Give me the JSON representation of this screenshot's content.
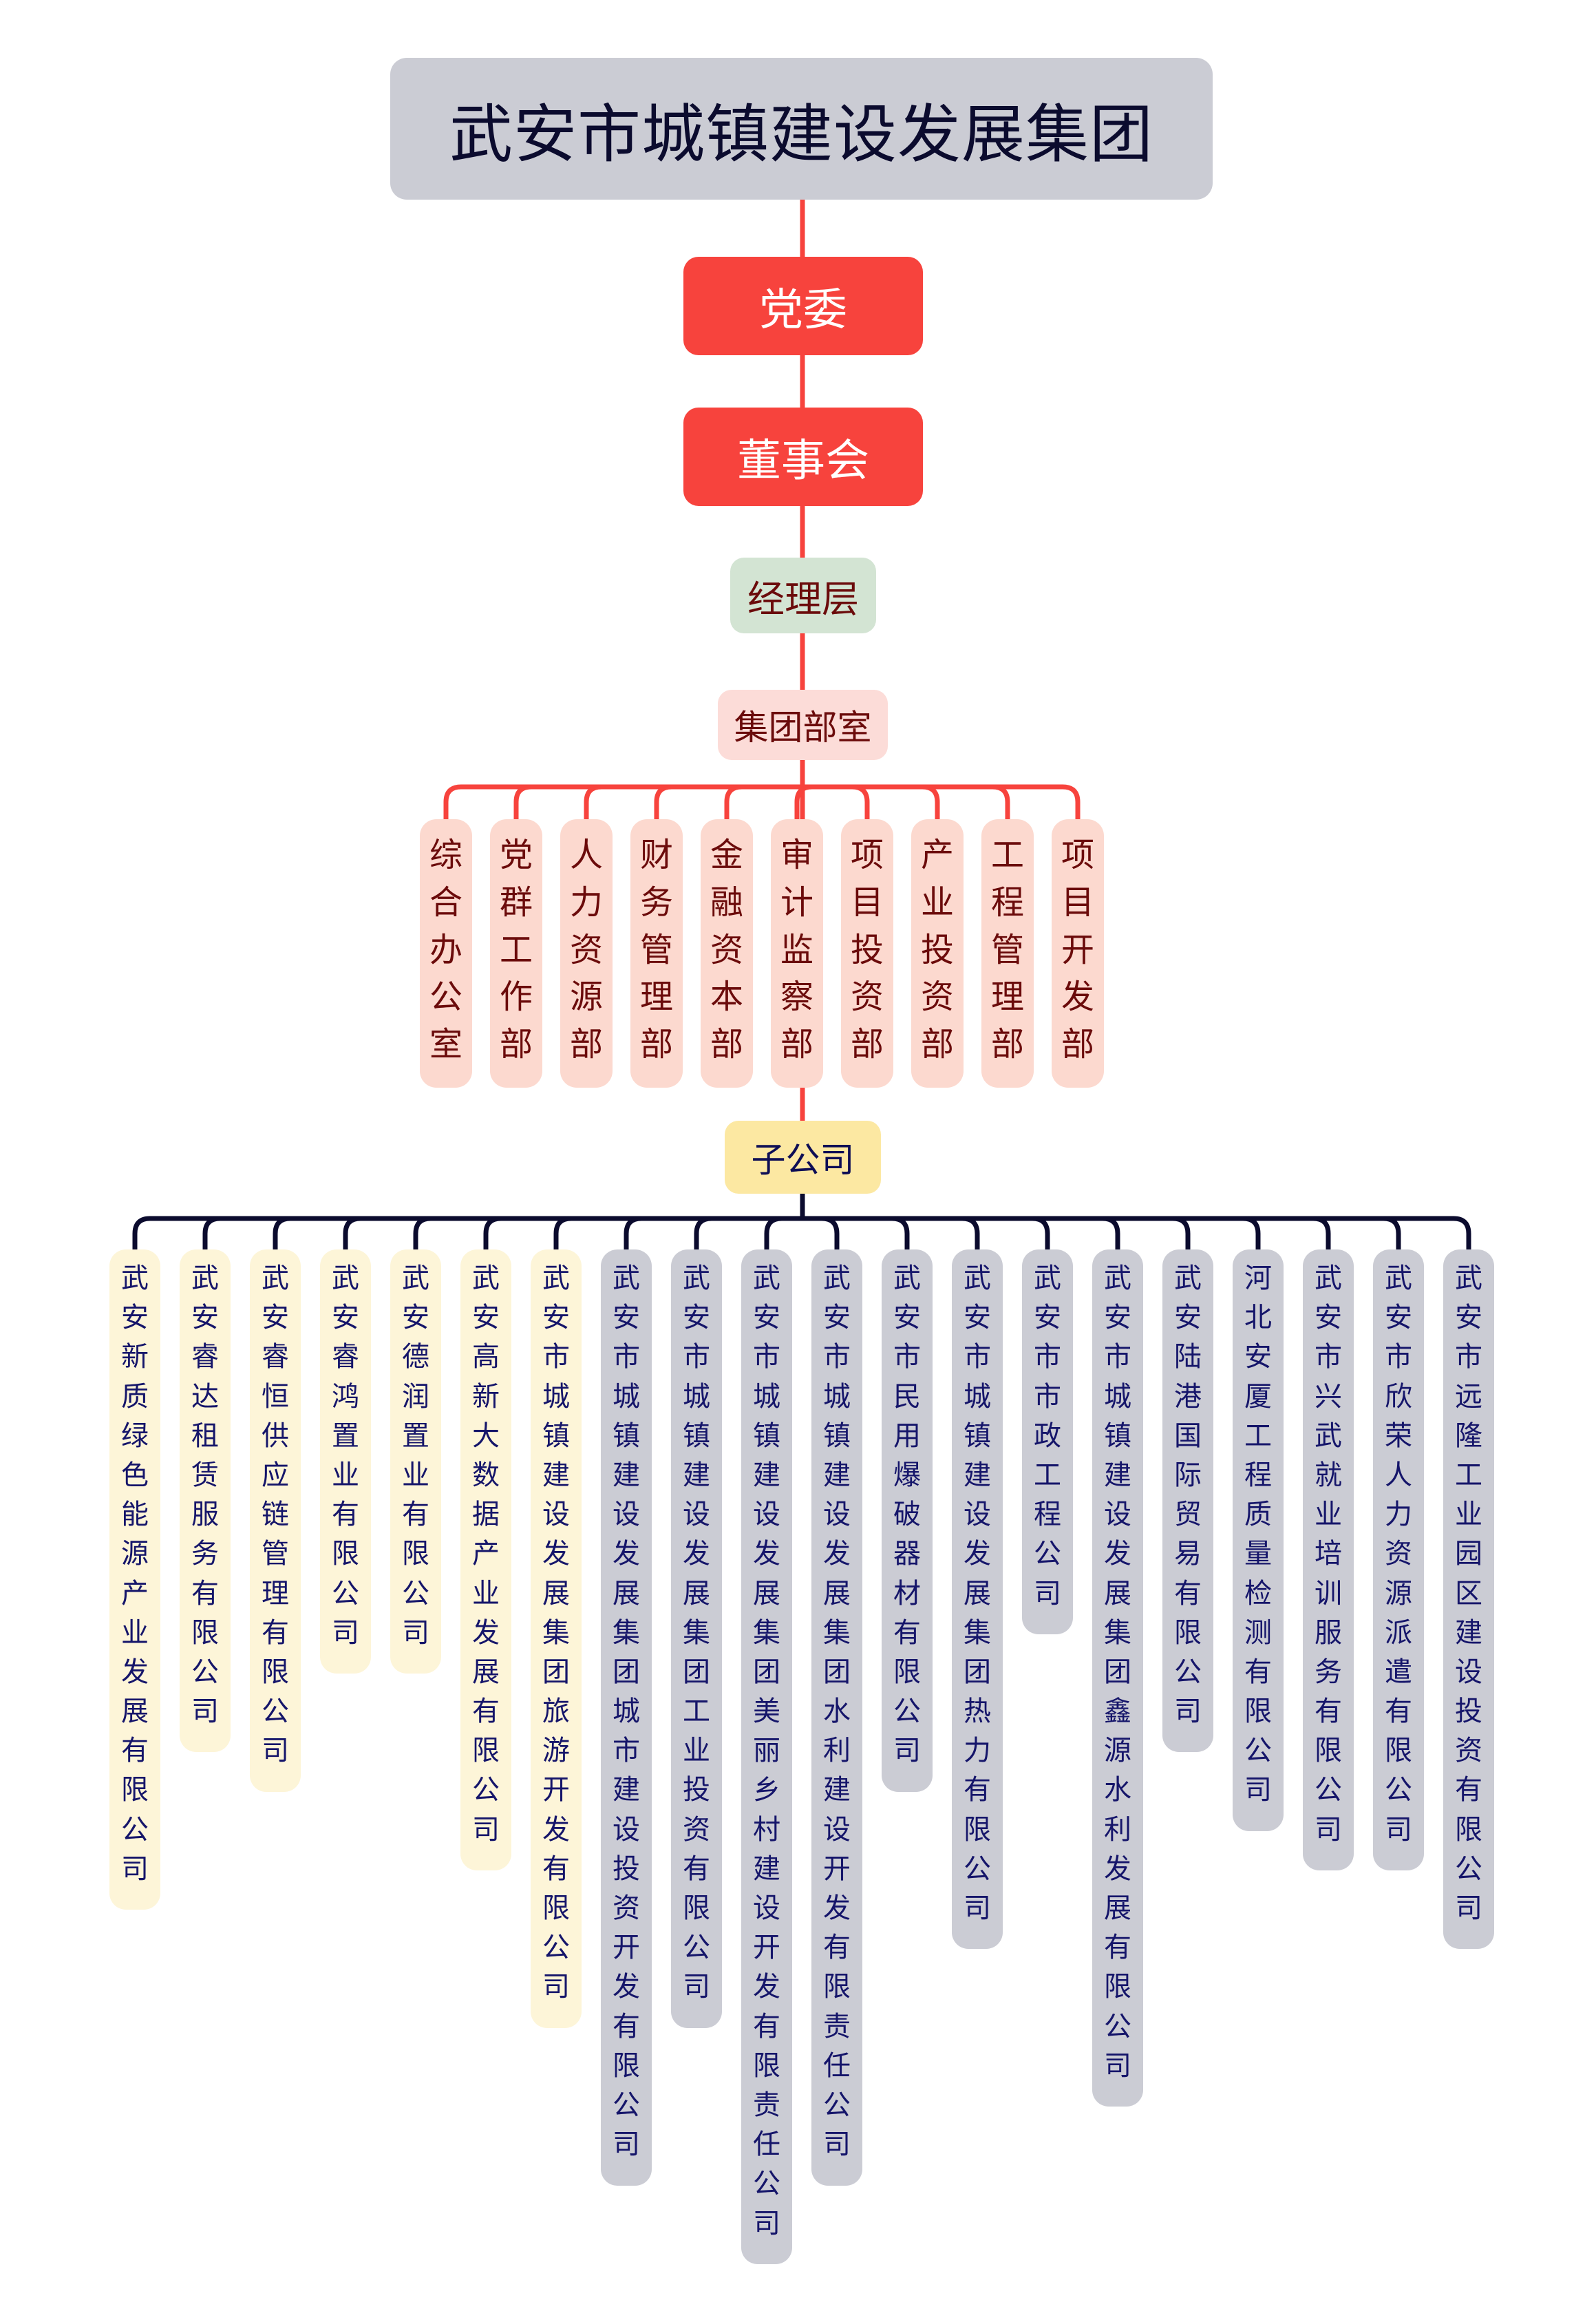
{
  "title": "武安市城镇建设发展集团",
  "levels": {
    "party_committee": "党委",
    "board": "董事会",
    "management": "经理层",
    "departments_label": "集团部室",
    "subsidiaries_label": "子公司"
  },
  "colors": {
    "root_bg": "#cbccd4",
    "red_node_bg": "#f7433d",
    "red_line": "#f7433d",
    "management_bg": "#d3e4d3",
    "department_bg": "#fcd9cf",
    "subsidiary_header_bg": "#fce8a2",
    "subsidiary_yellow_bg": "#fdf5d8",
    "subsidiary_gray_bg": "#cbccd4",
    "dark_line": "#0b0b2e"
  },
  "departments": [
    "综合办公室",
    "党群工作部",
    "人力资源部",
    "财务管理部",
    "金融资本部",
    "审计监察部",
    "项目投资部",
    "产业投资部",
    "工程管理部",
    "项目开发部"
  ],
  "subsidiaries": [
    {
      "name": "武安新质绿色能源产业发展有限公司",
      "style": "yellow"
    },
    {
      "name": "武安睿达租赁服务有限公司",
      "style": "yellow"
    },
    {
      "name": "武安睿恒供应链管理有限公司",
      "style": "yellow"
    },
    {
      "name": "武安睿鸿置业有限公司",
      "style": "yellow"
    },
    {
      "name": "武安德润置业有限公司",
      "style": "yellow"
    },
    {
      "name": "武安高新大数据产业发展有限公司",
      "style": "yellow"
    },
    {
      "name": "武安市城镇建设发展集团旅游开发有限公司",
      "style": "yellow"
    },
    {
      "name": "武安市城镇建设发展集团城市建设投资开发有限公司",
      "style": "gray"
    },
    {
      "name": "武安市城镇建设发展集团工业投资有限公司",
      "style": "gray"
    },
    {
      "name": "武安市城镇建设发展集团美丽乡村建设开发有限责任公司",
      "style": "gray"
    },
    {
      "name": "武安市城镇建设发展集团水利建设开发有限责任公司",
      "style": "gray"
    },
    {
      "name": "武安市民用爆破器材有限公司",
      "style": "gray"
    },
    {
      "name": "武安市城镇建设发展集团热力有限公司",
      "style": "gray"
    },
    {
      "name": "武安市市政工程公司",
      "style": "gray"
    },
    {
      "name": "武安市城镇建设发展集团鑫源水利发展有限公司",
      "style": "gray"
    },
    {
      "name": "武安陆港国际贸易有限公司",
      "style": "gray"
    },
    {
      "name": "河北安厦工程质量检测有限公司",
      "style": "gray"
    },
    {
      "name": "武安市兴武就业培训服务有限公司",
      "style": "gray"
    },
    {
      "name": "武安市欣荣人力资源派遣有限公司",
      "style": "gray"
    },
    {
      "name": "武安市远隆工业园区建设投资有限公司",
      "style": "gray"
    }
  ]
}
